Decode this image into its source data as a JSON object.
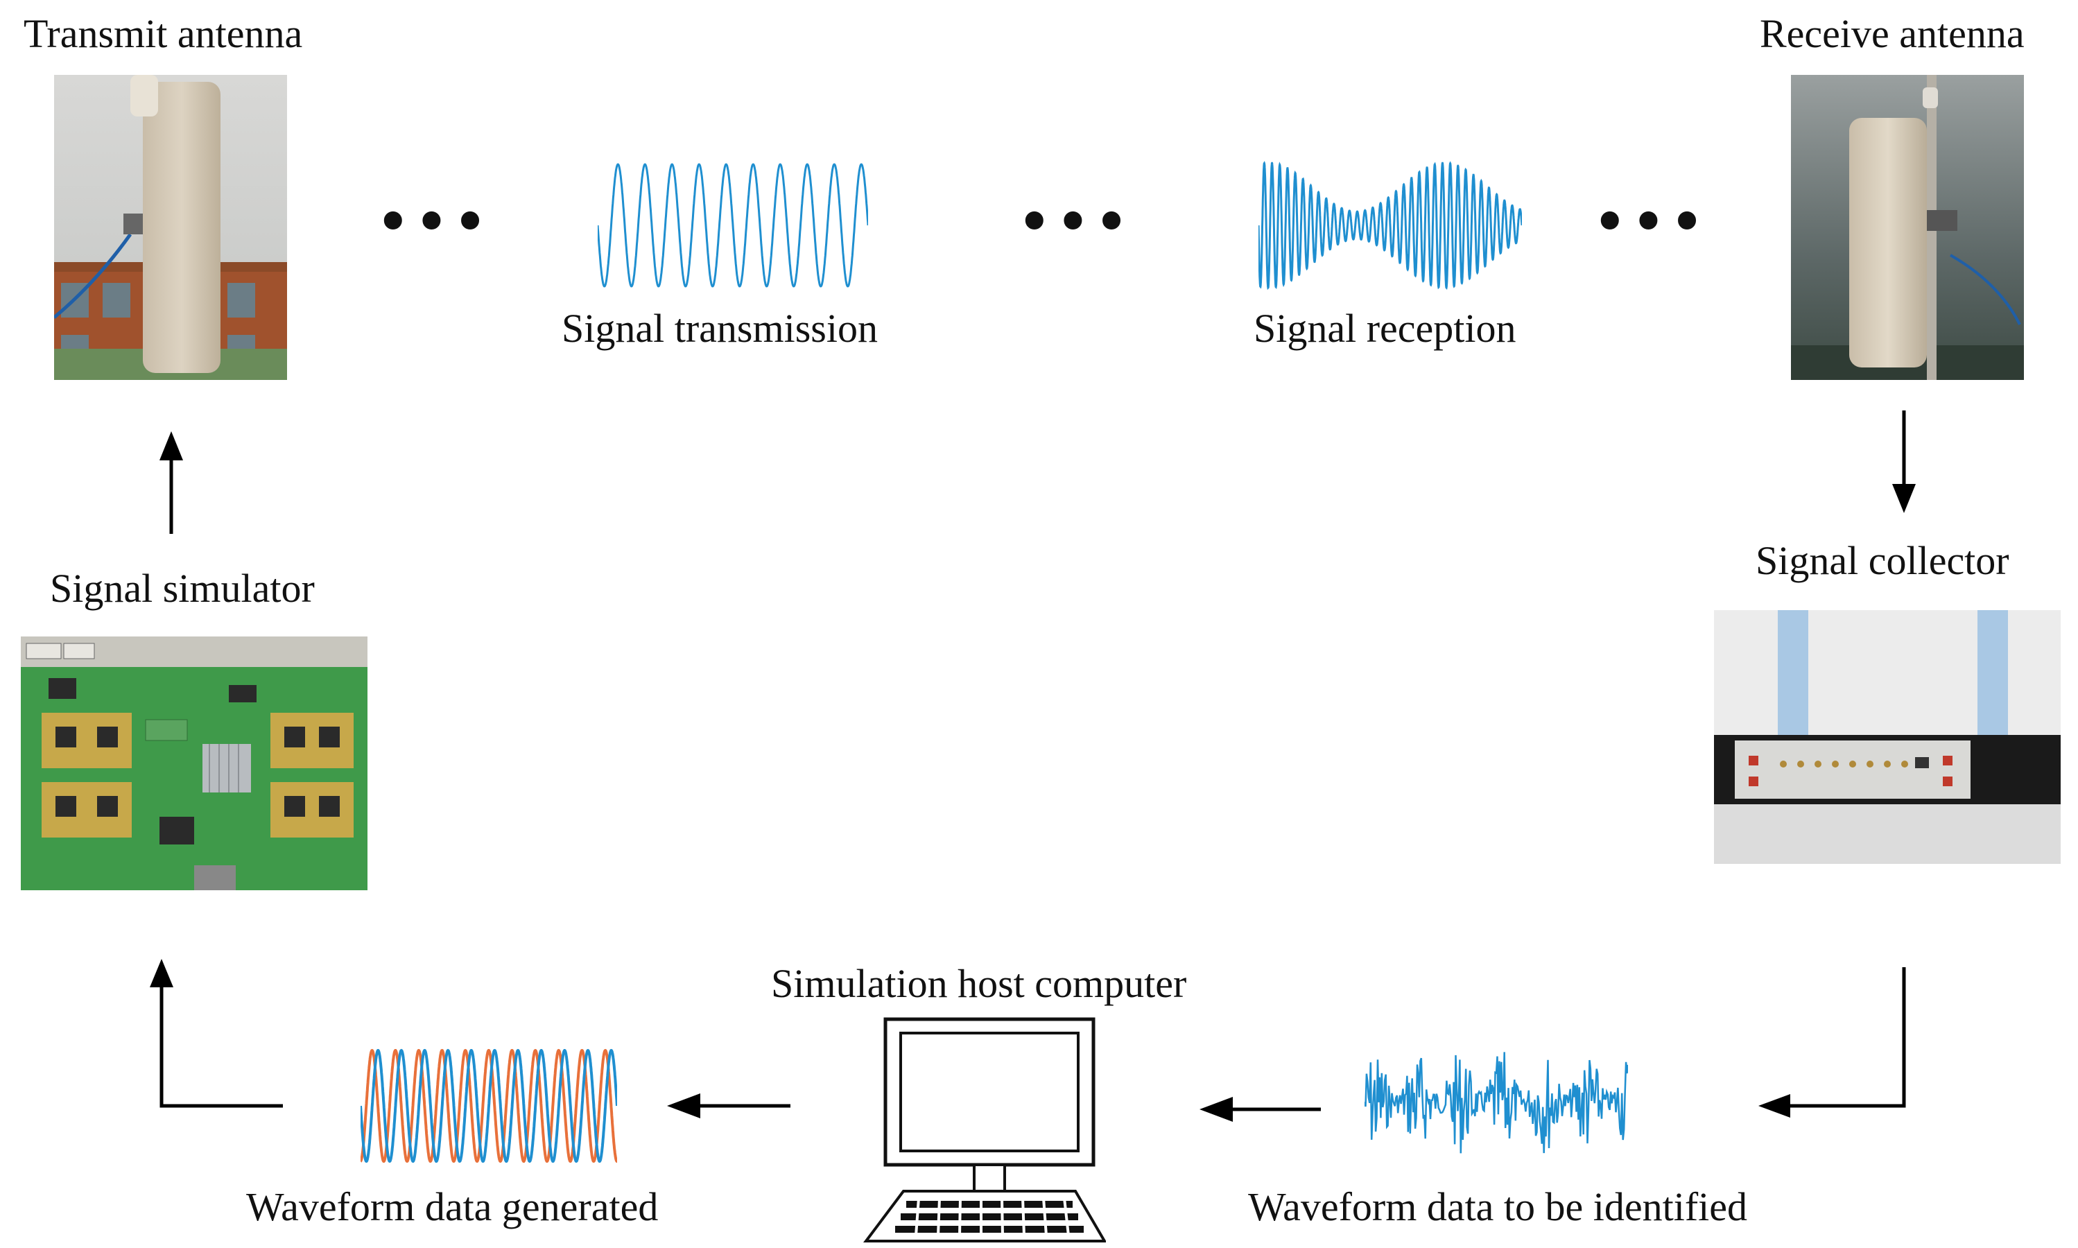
{
  "nodes": {
    "transmit_antenna": "Transmit antenna",
    "receive_antenna": "Receive antenna",
    "signal_transmission": "Signal transmission",
    "signal_reception": "Signal reception",
    "signal_simulator": "Signal simulator",
    "signal_collector": "Signal collector",
    "host_computer": "Simulation host computer",
    "waveform_generated": "Waveform data generated",
    "waveform_identified": "Waveform data to be identified"
  },
  "ellipsis": "•••",
  "colors": {
    "wave_blue": "#1f8fd0",
    "wave_orange": "#e8703a",
    "pcb_green": "#3f9a4a",
    "arrow": "#000000"
  }
}
